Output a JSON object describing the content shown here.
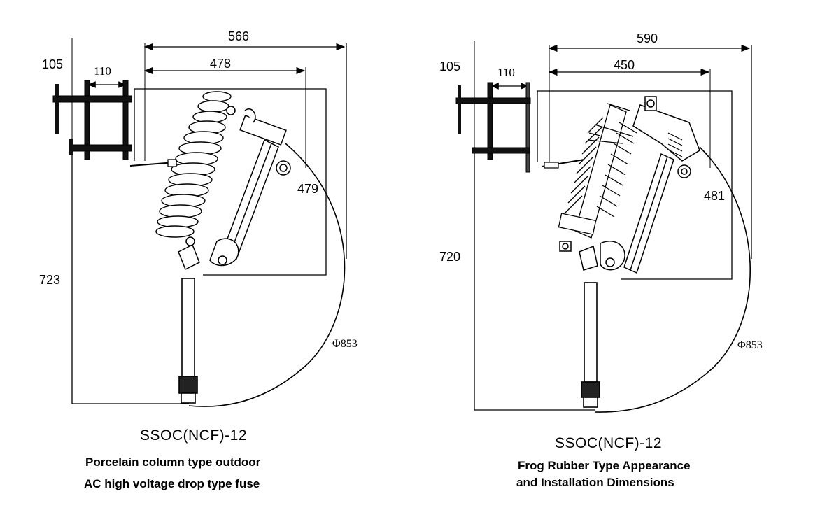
{
  "left": {
    "dims": {
      "d105": "105",
      "d110": "110",
      "d566": "566",
      "d478": "478",
      "d479": "479",
      "d723": "723",
      "phi": "Φ853"
    },
    "model": "SSOC(NCF)-12",
    "caption_lines": [
      "Porcelain column type outdoor",
      "AC high voltage drop type fuse"
    ]
  },
  "right": {
    "dims": {
      "d105": "105",
      "d110": "110",
      "d590": "590",
      "d450": "450",
      "d481": "481",
      "d720": "720",
      "phi": "Φ853"
    },
    "model": "SSOC(NCF)-12",
    "caption_lines": [
      "Frog Rubber Type Appearance",
      "and Installation Dimensions"
    ]
  }
}
